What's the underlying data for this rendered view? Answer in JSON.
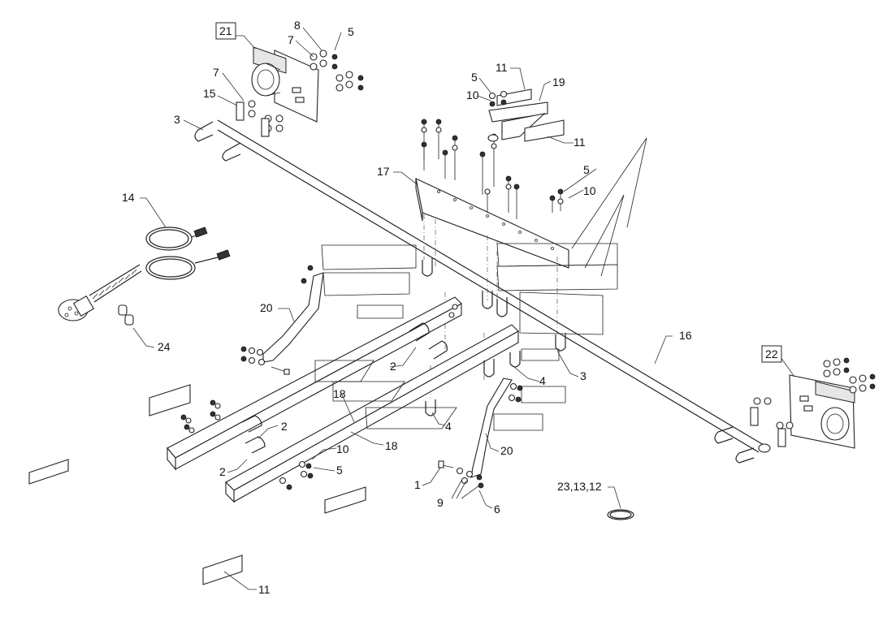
{
  "callouts": [
    {
      "id": "c21",
      "text": "21",
      "boxed": true
    },
    {
      "id": "c8",
      "text": "8"
    },
    {
      "id": "c7a",
      "text": "7"
    },
    {
      "id": "c5a",
      "text": "5"
    },
    {
      "id": "c7b",
      "text": "7"
    },
    {
      "id": "c15",
      "text": "15"
    },
    {
      "id": "c3a",
      "text": "3"
    },
    {
      "id": "c14",
      "text": "14"
    },
    {
      "id": "c20a",
      "text": "20"
    },
    {
      "id": "c24",
      "text": "24"
    },
    {
      "id": "c11a",
      "text": "11"
    },
    {
      "id": "c5b",
      "text": "5"
    },
    {
      "id": "c19",
      "text": "19"
    },
    {
      "id": "c10a",
      "text": "10"
    },
    {
      "id": "c11b",
      "text": "11"
    },
    {
      "id": "c17",
      "text": "17"
    },
    {
      "id": "c5c",
      "text": "5"
    },
    {
      "id": "c10b",
      "text": "10"
    },
    {
      "id": "c16",
      "text": "16"
    },
    {
      "id": "c22",
      "text": "22",
      "boxed": true
    },
    {
      "id": "c2a",
      "text": "2"
    },
    {
      "id": "c4a",
      "text": "4"
    },
    {
      "id": "c3b",
      "text": "3"
    },
    {
      "id": "c18a",
      "text": "18"
    },
    {
      "id": "c4b",
      "text": "4"
    },
    {
      "id": "c2b",
      "text": "2"
    },
    {
      "id": "c18b",
      "text": "18"
    },
    {
      "id": "c20b",
      "text": "20"
    },
    {
      "id": "c10c",
      "text": "10"
    },
    {
      "id": "c2c",
      "text": "2"
    },
    {
      "id": "c5d",
      "text": "5"
    },
    {
      "id": "c1",
      "text": "1"
    },
    {
      "id": "c9",
      "text": "9"
    },
    {
      "id": "c6",
      "text": "6"
    },
    {
      "id": "c231312",
      "text": "23,13,12"
    },
    {
      "id": "c11c",
      "text": "11"
    }
  ]
}
